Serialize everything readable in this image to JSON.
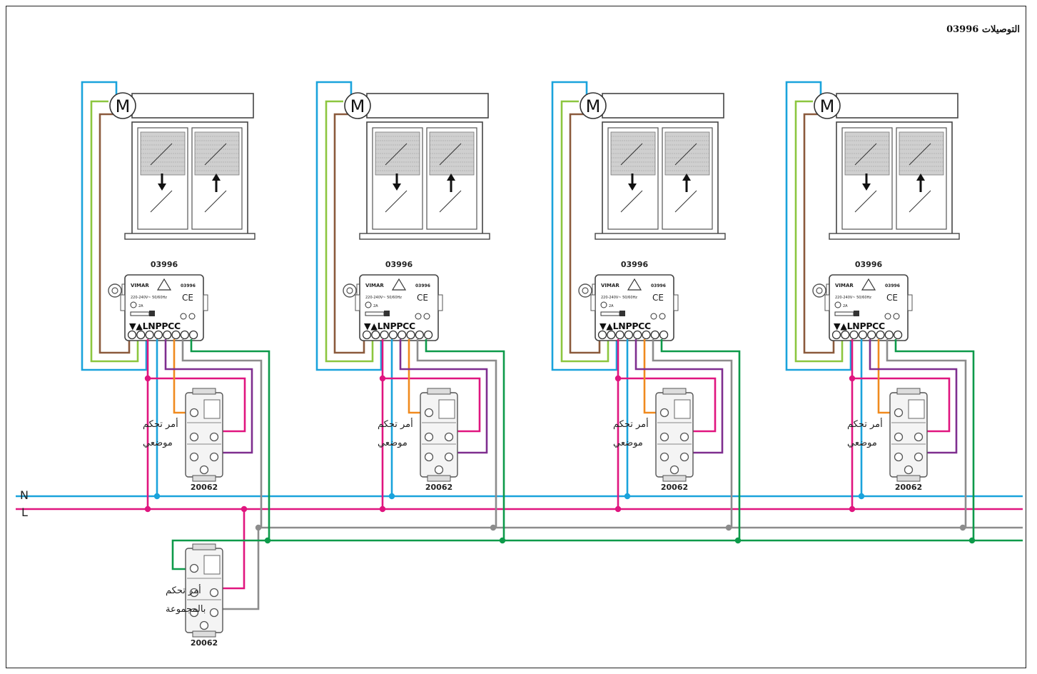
{
  "title": "التوصيلات 03996",
  "line_labels": {
    "neutral": "N",
    "line": "L"
  },
  "colors": {
    "neutral": "#1aa3dc",
    "line": "#e0157f",
    "grey": "#8c8c8c",
    "green": "#0d9a4a",
    "brown": "#8b5a3c",
    "lightgreen": "#8cc63f",
    "orange": "#f08a1e",
    "purple": "#7f2e8f"
  },
  "units": [
    {
      "module_code": "03996",
      "actuator": {
        "brand": "VIMAR",
        "code": "03996",
        "rating": "220-240V~ 50/60Hz",
        "load": "2A",
        "terminals": "▼▲LNPPCC"
      },
      "motor_label": "M",
      "switch_code": "20062",
      "switch_label_line1": "أمر تحكم",
      "switch_label_line2": "موضعي"
    },
    {
      "module_code": "03996",
      "actuator": {
        "brand": "VIMAR",
        "code": "03996",
        "rating": "220-240V~ 50/60Hz",
        "load": "2A",
        "terminals": "▼▲LNPPCC"
      },
      "motor_label": "M",
      "switch_code": "20062",
      "switch_label_line1": "أمر تحكم",
      "switch_label_line2": "موضعي"
    },
    {
      "module_code": "03996",
      "actuator": {
        "brand": "VIMAR",
        "code": "03996",
        "rating": "220-240V~ 50/60Hz",
        "load": "2A",
        "terminals": "▼▲LNPPCC"
      },
      "motor_label": "M",
      "switch_code": "20062",
      "switch_label_line1": "أمر تحكم",
      "switch_label_line2": "موضعي"
    },
    {
      "module_code": "03996",
      "actuator": {
        "brand": "VIMAR",
        "code": "03996",
        "rating": "220-240V~ 50/60Hz",
        "load": "2A",
        "terminals": "▼▲LNPPCC"
      },
      "motor_label": "M",
      "switch_code": "20062",
      "switch_label_line1": "أمر تحكم",
      "switch_label_line2": "موضعي"
    }
  ],
  "group_switch": {
    "code": "20062",
    "label_line1": "أمر تحكم",
    "label_line2": "بالمجموعة"
  }
}
